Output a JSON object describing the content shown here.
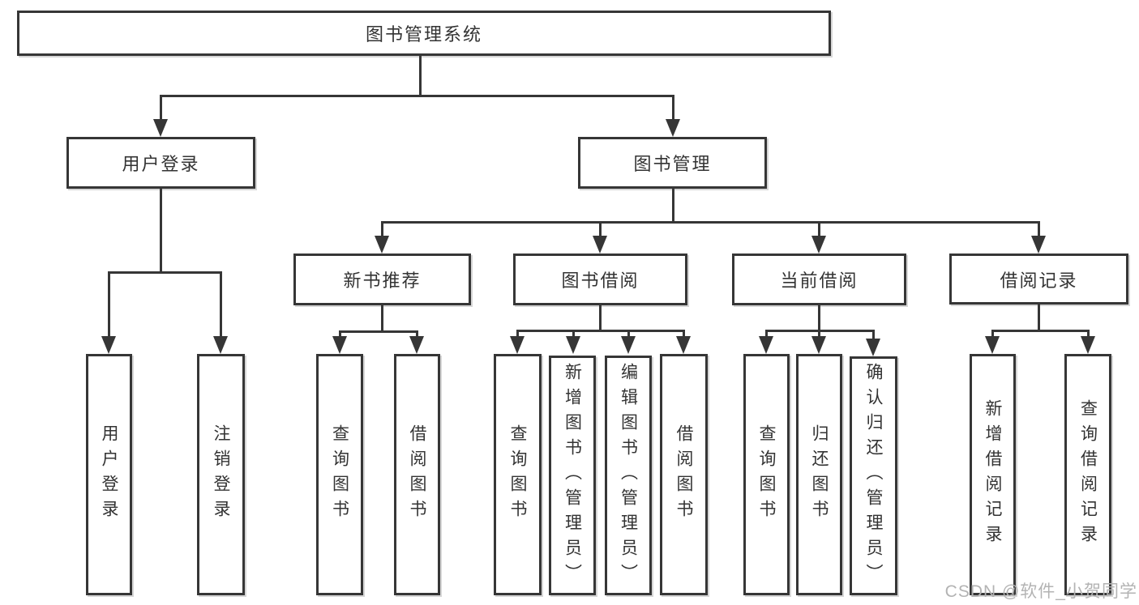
{
  "tree": {
    "root": "图书管理系统",
    "branches": [
      {
        "label": "用户登录",
        "leaves": [
          "用户登录",
          "注销登录"
        ]
      },
      {
        "label": "图书管理",
        "groups": [
          {
            "label": "新书推荐",
            "leaves": [
              "查询图书",
              "借阅图书"
            ]
          },
          {
            "label": "图书借阅",
            "leaves": [
              "查询图书",
              "新增图书（管理员）",
              "编辑图书（管理员）",
              "借阅图书"
            ]
          },
          {
            "label": "当前借阅",
            "leaves": [
              "查询图书",
              "归还图书",
              "确认归还（管理员）"
            ]
          },
          {
            "label": "借阅记录",
            "leaves": [
              "新增借阅记录",
              "查询借阅记录"
            ]
          }
        ]
      }
    ]
  },
  "watermark": {
    "text": "CSDN @软件_小贺同学"
  },
  "colors": {
    "line": "#363636",
    "text": "#333333",
    "watermark": "#b3b3b3",
    "background": "#ffffff"
  }
}
